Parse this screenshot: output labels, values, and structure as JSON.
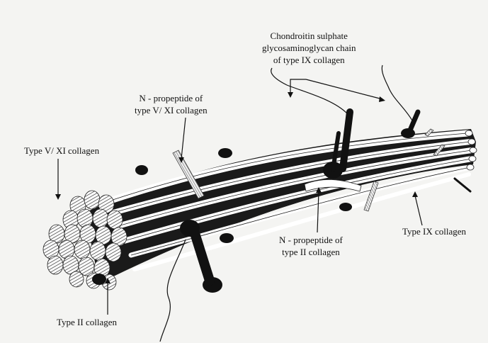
{
  "labels": {
    "chondroitin_line1": "Chondroitin sulphate",
    "chondroitin_line2": "glycosaminoglycan chain",
    "chondroitin_line3": "of type IX collagen",
    "npropeptide_v_xi_line1": "N - propeptide of",
    "npropeptide_v_xi_line2": "type V/ XI collagen",
    "type_v_xi": "Type V/ XI collagen",
    "type_ix": "Type IX collagen",
    "npropeptide_ii_line1": "N - propeptide of",
    "npropeptide_ii_line2": "type II collagen",
    "type_ii": "Type II collagen"
  },
  "colors": {
    "ink": "#111111",
    "paper": "#f4f4f2",
    "fibril": "#ffffff",
    "hatch": "#444444"
  }
}
